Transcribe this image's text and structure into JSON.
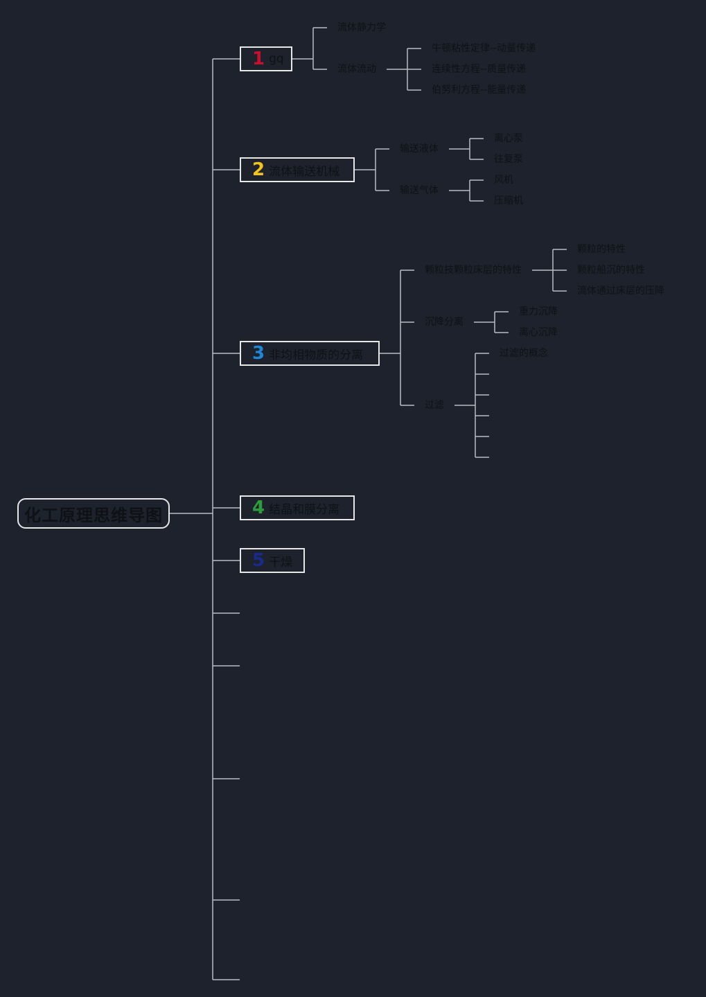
{
  "root": {
    "label": "化工原理思维导图"
  },
  "topics": [
    {
      "number": "1",
      "label": "gq",
      "number_color": "#c8102e"
    },
    {
      "number": "2",
      "label": "流体输送机械",
      "number_color": "#f2c31b"
    },
    {
      "number": "3",
      "label": "非均相物质的分离",
      "number_color": "#1e88d8"
    },
    {
      "number": "4",
      "label": "结晶和膜分离",
      "number_color": "#2e9c3a"
    },
    {
      "number": "5",
      "label": "干燥",
      "number_color": "#1a2a8c"
    }
  ],
  "topic1": {
    "statics": "流体静力学",
    "flow": "流体流动",
    "flow_children": [
      "牛顿粘性定律--动量传递",
      "连续性方程--质量传递",
      "伯努利方程--能量传递"
    ]
  },
  "topic2": {
    "liquid": "输送液体",
    "liquid_children": [
      "离心泵",
      "往复泵"
    ],
    "gas": "输送气体",
    "gas_children": [
      "风机",
      "压缩机"
    ]
  },
  "topic3": {
    "particle": "颗粒技颗粒床层的特性",
    "particle_children": [
      "颗粒的特性",
      "颗粒船沉的特性",
      "流体通过床层的压降"
    ],
    "settling": "沉降分离",
    "settling_children": [
      "重力沉降",
      "离心沉降"
    ],
    "filtration": "过滤",
    "filtration_children": [
      "过滤的概念"
    ]
  }
}
